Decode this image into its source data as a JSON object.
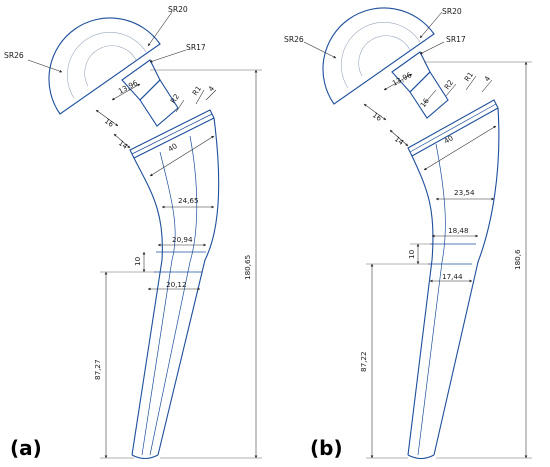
{
  "panels": [
    {
      "label": "(a)",
      "dims": {
        "sr26": "SR26",
        "sr20": "SR20",
        "sr17": "SR17",
        "neck": "13,96",
        "r2": "R2",
        "r1": "R1",
        "four": "4",
        "sixteen": "16",
        "fourteen": "14",
        "forty": "40",
        "w1": "24,65",
        "w2": "20,94",
        "ten": "10",
        "w3": "20,12",
        "lower_len": "87,27",
        "total_len": "180,65"
      }
    },
    {
      "label": "(b)",
      "dims": {
        "sr26": "SR26",
        "sr20": "SR20",
        "sr17": "SR17",
        "neck": "13,96",
        "r2": "R2",
        "r1": "R1",
        "four": "4",
        "sixteen": "16",
        "fourteen": "14",
        "forty": "40",
        "w1": "23,54",
        "w2": "18,48",
        "ten": "10",
        "w3": "17,44",
        "lower_len": "87,22",
        "total_len": "180,6"
      }
    }
  ],
  "colors": {
    "outline": "#1d4f9c",
    "dimension": "#2a2a2a"
  }
}
